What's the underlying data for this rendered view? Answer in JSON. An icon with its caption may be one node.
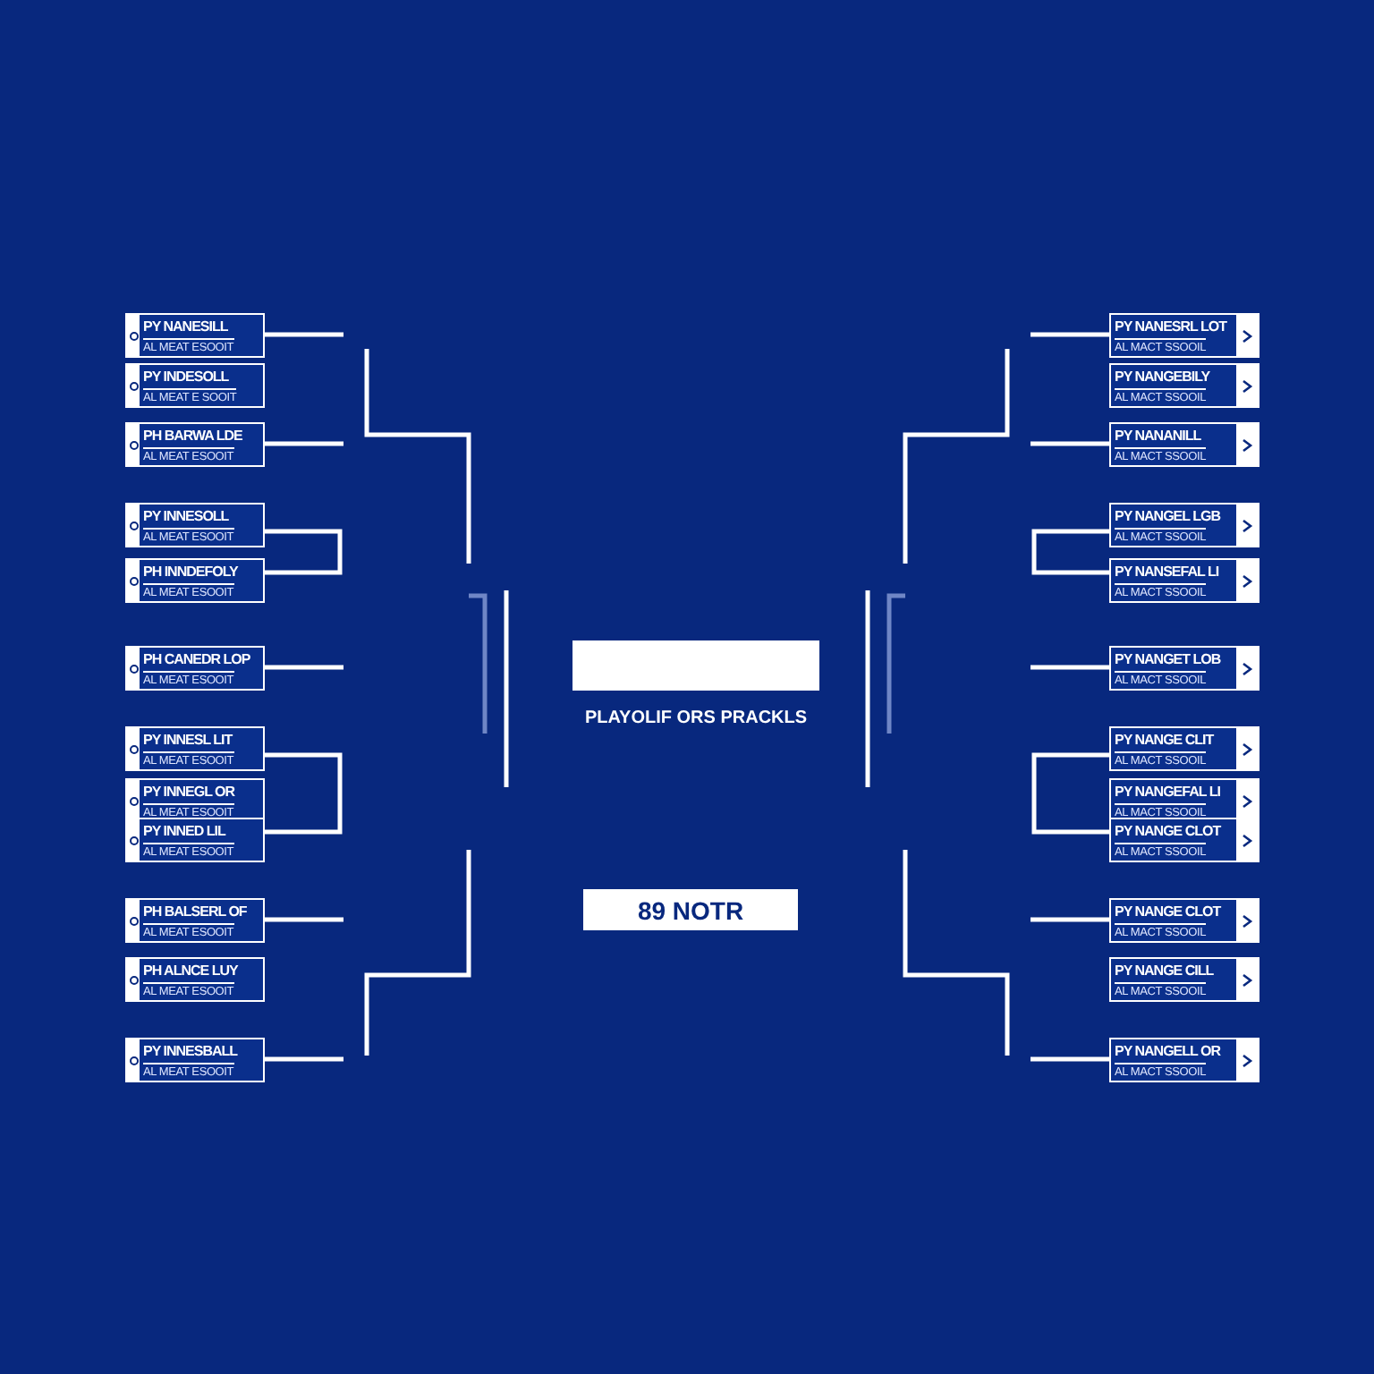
{
  "diagram": {
    "nodes": [
      {
        "text": [
          "PY NANESILL",
          "AL MEAT ESOOIT"
        ]
      },
      {
        "text": [
          "PY INDESOLL",
          "AL MEAT E SOOIT"
        ]
      },
      {
        "text": [
          "PH BARWA LDE",
          "AL MEAT ESOOIT"
        ]
      },
      {
        "text": [
          "PY INNESOLL",
          "AL MEAT ESOOIT"
        ]
      },
      {
        "text": [
          "PH INNDEFOLY",
          "AL MEAT ESOOIT"
        ]
      },
      {
        "text": [
          "PH CANEDR LOP",
          "AL MEAT ESOOIT"
        ]
      },
      {
        "text": [
          "PY INNESL LIT",
          "AL MEAT ESOOIT"
        ]
      },
      {
        "text": [
          "PY INNEGL OR",
          "AL MEAT ESOOIT"
        ]
      },
      {
        "text": [
          "PY INNED LIL",
          "AL MEAT ESOOIT"
        ]
      },
      {
        "text": [
          "PH BALSERL OF",
          "AL MEAT ESOOIT"
        ]
      },
      {
        "text": [
          "PH ALNCE LUY",
          "AL MEAT ESOOIT"
        ]
      },
      {
        "text": [
          "PY INNESBALL",
          "AL MEAT ESOOIT"
        ]
      },
      {
        "text": [
          "PY NANESRL LOT",
          "AL MACT SSOOIL"
        ]
      },
      {
        "text": [
          "PY NANGEBILY",
          "AL MACT SSOOIL"
        ]
      },
      {
        "text": [
          "PY NANANILL",
          "AL MACT SSOOIL"
        ]
      },
      {
        "text": [
          "PY NANGEL LGB",
          "AL MACT SSOOIL"
        ]
      },
      {
        "text": [
          "PY NANSEFAL LI",
          "AL MACT SSOOIL"
        ]
      },
      {
        "text": [
          "PY NANGET LOB",
          "AL MACT SSOOIL"
        ]
      },
      {
        "text": [
          "PY NANGE CLIT",
          "AL MACT SSOOIL"
        ]
      },
      {
        "text": [
          "PY NANGEFAL LI",
          "AL MACT SSOOIL"
        ]
      },
      {
        "text": [
          "PY NANGE CLOT",
          "AL MACT SSOOIL"
        ]
      },
      {
        "text": [
          "PY NANGE CLOT",
          "AL MACT SSOOIL"
        ]
      },
      {
        "text": [
          "PY NANGE CILL",
          "AL MACT SSOOIL"
        ]
      },
      {
        "text": [
          "PY NANGELL OR",
          "AL MACT SSOOIL"
        ]
      },
      {
        "text": [],
        "shape": "box"
      },
      {
        "text": [
          "89 NOTR"
        ]
      }
    ],
    "edges": [
      {
        "from": 3,
        "to": 4,
        "arrow": "none"
      },
      {
        "from": 6,
        "to": 8,
        "arrow": "none"
      },
      {
        "from": 15,
        "to": 16,
        "arrow": "none"
      },
      {
        "from": 18,
        "to": 20,
        "arrow": "none"
      }
    ],
    "labels": [
      "PLAYOLIF ORS PRACKLS"
    ]
  }
}
